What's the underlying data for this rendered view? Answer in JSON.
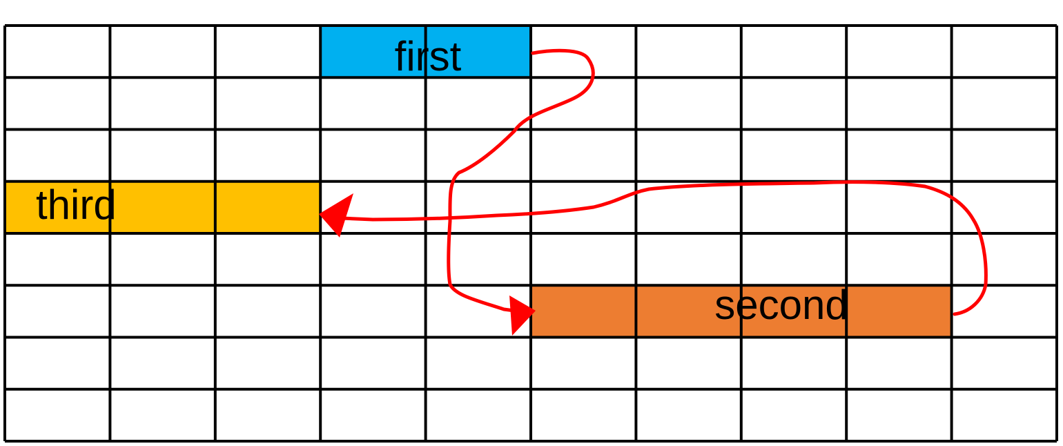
{
  "grid": {
    "columns": 10,
    "rows": 8,
    "line_color": "#000000",
    "background": "#ffffff"
  },
  "blocks": [
    {
      "id": "first",
      "label": "first",
      "row": 0,
      "col_start": 3,
      "col_span": 2,
      "color": "#00B0F0"
    },
    {
      "id": "second",
      "label": "second",
      "row": 5,
      "col_start": 5,
      "col_span": 4,
      "color": "#ED7D31"
    },
    {
      "id": "third",
      "label": "third",
      "row": 3,
      "col_start": 0,
      "col_span": 3,
      "color": "#FFC000"
    }
  ],
  "arrows": [
    {
      "id": "first-to-second",
      "from": "first",
      "to": "second",
      "color": "#FF0000"
    },
    {
      "id": "second-to-third",
      "from": "second",
      "to": "third",
      "color": "#FF0000"
    }
  ]
}
